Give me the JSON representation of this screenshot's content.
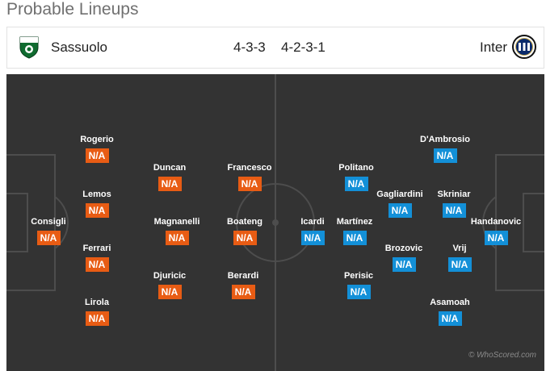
{
  "title": "Probable Lineups",
  "home": {
    "name": "Sassuolo",
    "formation": "4-3-3",
    "color": "#e85c14",
    "crest": "sassuolo-crest-icon"
  },
  "away": {
    "name": "Inter",
    "formation": "4-2-3-1",
    "color": "#1390d8",
    "crest": "inter-crest-icon"
  },
  "home_players": [
    {
      "name": "Rogerio",
      "rating": "N/A"
    },
    {
      "name": "Lemos",
      "rating": "N/A"
    },
    {
      "name": "Consigli",
      "rating": "N/A"
    },
    {
      "name": "Ferrari",
      "rating": "N/A"
    },
    {
      "name": "Lirola",
      "rating": "N/A"
    },
    {
      "name": "Duncan",
      "rating": "N/A"
    },
    {
      "name": "Magnanelli",
      "rating": "N/A"
    },
    {
      "name": "Djuricic",
      "rating": "N/A"
    },
    {
      "name": "Francesco",
      "rating": "N/A"
    },
    {
      "name": "Boateng",
      "rating": "N/A"
    },
    {
      "name": "Berardi",
      "rating": "N/A"
    }
  ],
  "away_players": [
    {
      "name": "Icardi",
      "rating": "N/A"
    },
    {
      "name": "Politano",
      "rating": "N/A"
    },
    {
      "name": "Martínez",
      "rating": "N/A"
    },
    {
      "name": "Perisic",
      "rating": "N/A"
    },
    {
      "name": "Gagliardini",
      "rating": "N/A"
    },
    {
      "name": "Brozovic",
      "rating": "N/A"
    },
    {
      "name": "D'Ambrosio",
      "rating": "N/A"
    },
    {
      "name": "Skriniar",
      "rating": "N/A"
    },
    {
      "name": "Vrij",
      "rating": "N/A"
    },
    {
      "name": "Asamoah",
      "rating": "N/A"
    },
    {
      "name": "Handanovic",
      "rating": "N/A"
    }
  ],
  "watermark": "© WhoScored.com"
}
